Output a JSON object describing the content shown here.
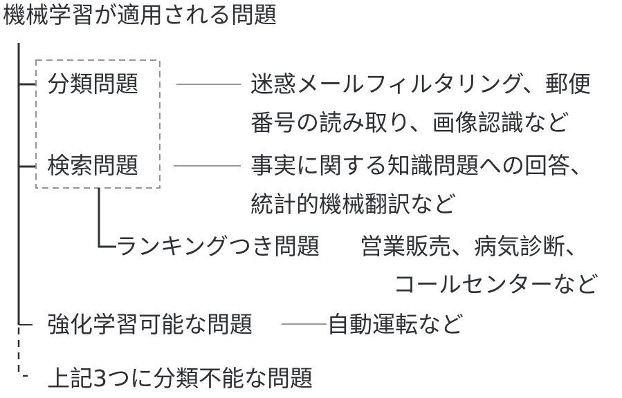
{
  "title": "機械学習が適用される問題",
  "nodes": {
    "classification": {
      "label": "分類問題",
      "examples": [
        "迷惑メールフィルタリング、郵便",
        "番号の読み取り、画像認識など"
      ]
    },
    "retrieval": {
      "label": "検索問題",
      "examples": [
        "事実に関する知識問題への回答、",
        "統計的機械翻訳など"
      ]
    },
    "ranking": {
      "label": "ランキングつき問題",
      "examples": [
        "営業販売、病気診断、",
        "コールセンターなど"
      ]
    },
    "reinforcement": {
      "label": "強化学習可能な問題",
      "examples": [
        "自動運転など"
      ]
    },
    "other": {
      "label": "上記3つに分類不能な問題"
    }
  },
  "colors": {
    "text": "#2e3035",
    "line": "#2e3035",
    "dashed_box": "#888888",
    "connector": "#777777"
  }
}
